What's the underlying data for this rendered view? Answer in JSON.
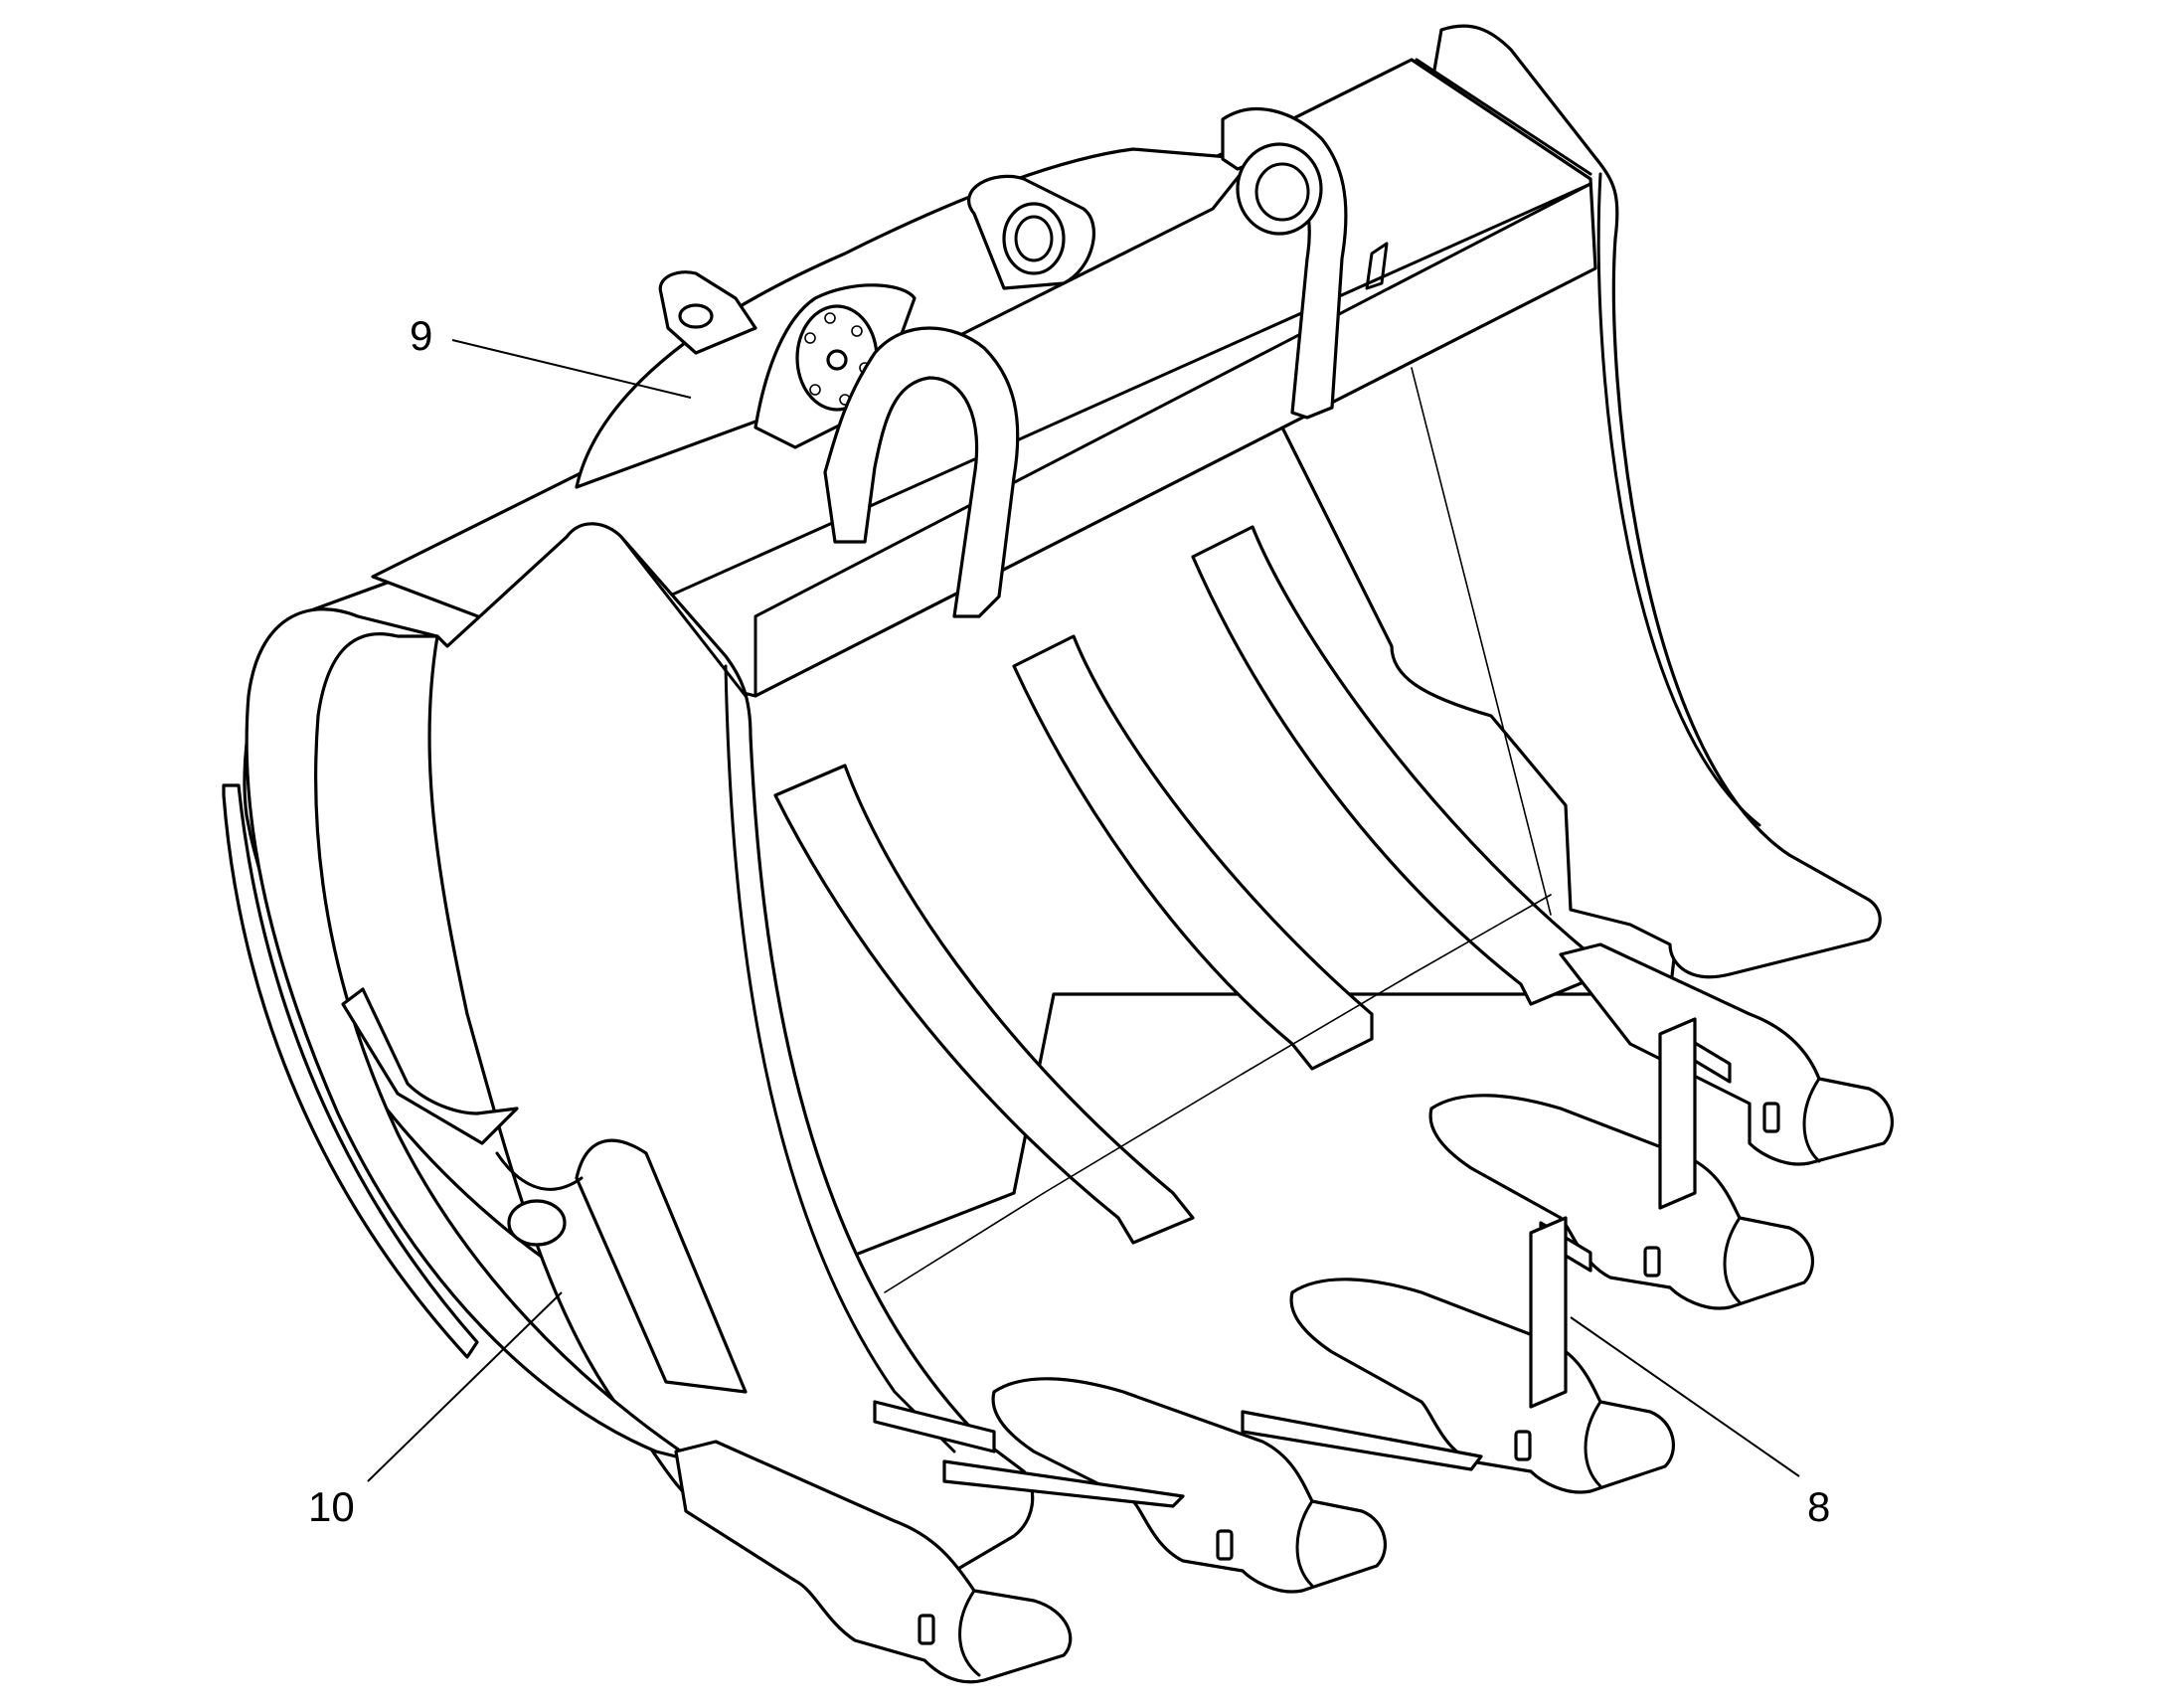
{
  "callouts": [
    {
      "id": "8",
      "label": "8"
    },
    {
      "id": "9",
      "label": "9"
    },
    {
      "id": "10",
      "label": "10"
    }
  ]
}
